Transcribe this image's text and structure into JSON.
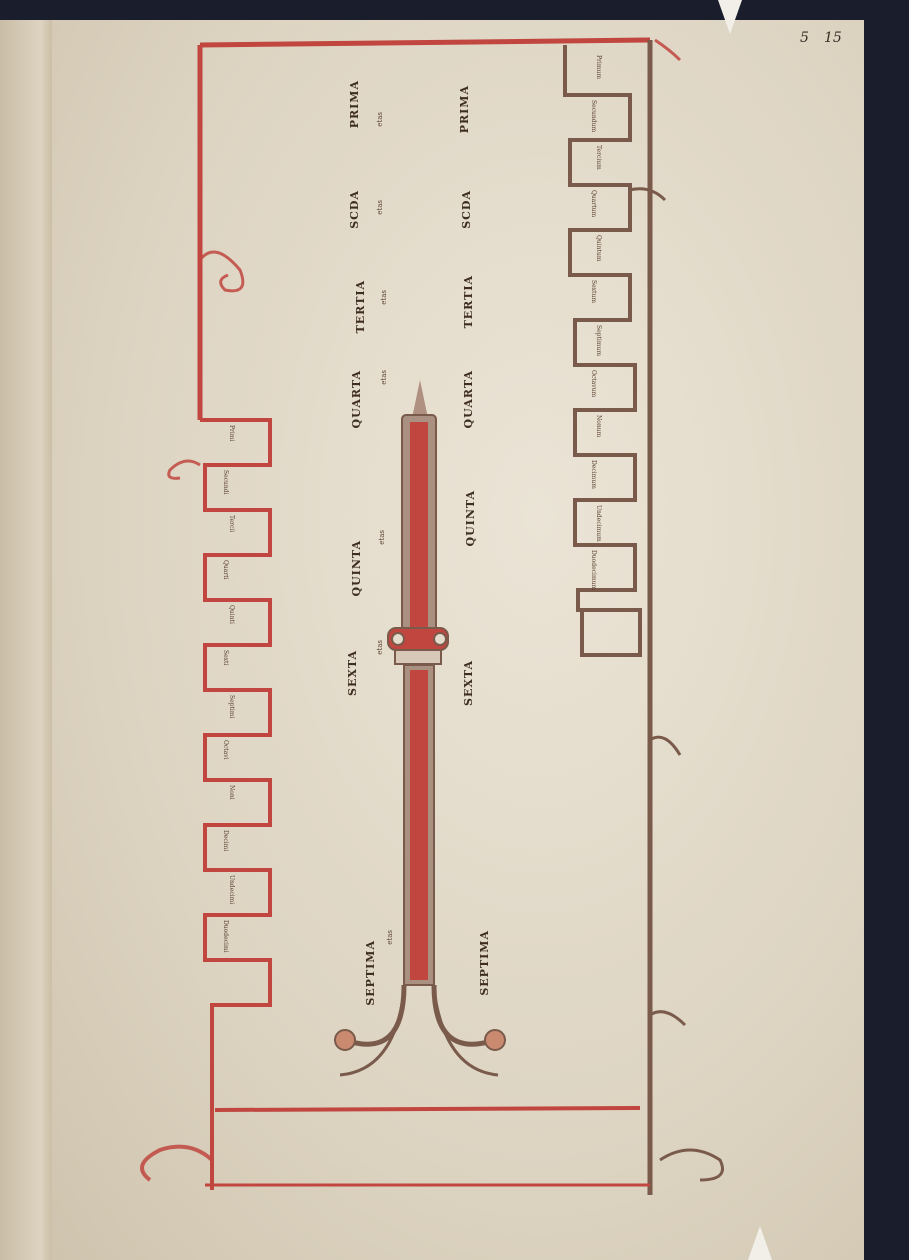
{
  "folio": {
    "left": "5",
    "right": "15"
  },
  "central_labels": {
    "left_column": [
      "PRIMA",
      "SCDA",
      "TERTIA",
      "QUARTA",
      "QUINTA",
      "SEXTA",
      "SEPTIMA"
    ],
    "right_column": [
      "PRIMA",
      "SCDA",
      "TERTIA",
      "QUARTA",
      "QUINTA",
      "SEXTA",
      "SEPTIMA"
    ],
    "small_marks": [
      "etas",
      "etas",
      "etas",
      "etas",
      "etas",
      "etas",
      "etas"
    ]
  },
  "left_cells": [
    "Primi",
    "Secundi",
    "Tercii",
    "Quarti",
    "Quinti",
    "Sexti",
    "Septimi",
    "Octavi",
    "Noni",
    "Decimi",
    "Undecimi",
    "Duodecimi"
  ],
  "right_cells": [
    "Primum",
    "Secundum",
    "Tercium",
    "Quartum",
    "Quintum",
    "Sextum",
    "Septimum",
    "Octavum",
    "Nonum",
    "Decimum",
    "Undecimum",
    "Duodecimum"
  ],
  "colors": {
    "red": "#c0463f",
    "brown": "#7a5a4a",
    "parchment": "#e4dccd"
  }
}
